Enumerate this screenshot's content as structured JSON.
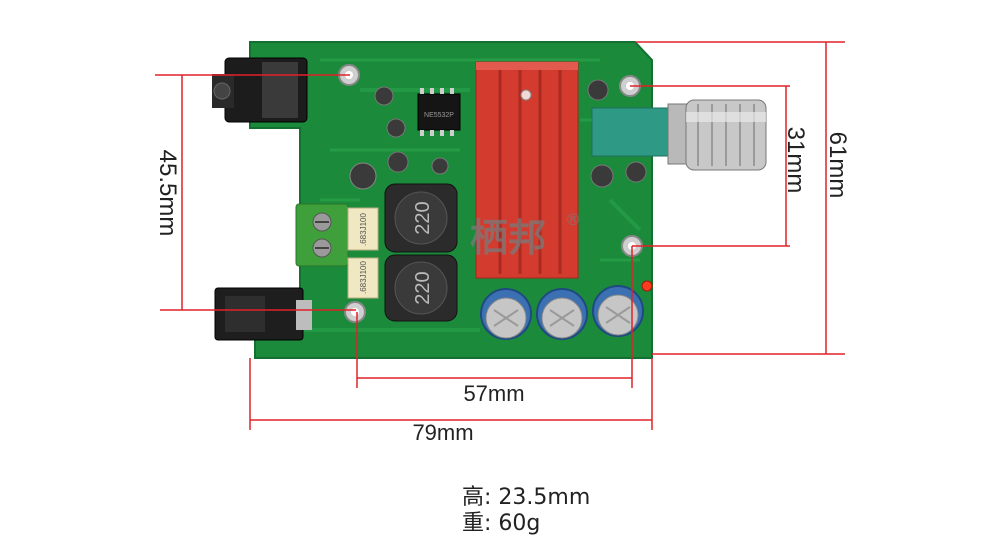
{
  "dimensions": {
    "mounting_hole_spacing_vertical": "45.5mm",
    "mounting_hole_spacing_right": "31mm",
    "board_height": "61mm",
    "mounting_hole_spacing_horizontal": "57mm",
    "board_width": "79mm"
  },
  "specs": [
    {
      "label": "高:",
      "value": "23.5mm"
    },
    {
      "label": "重:",
      "value": "60g"
    }
  ],
  "silkscreen": {
    "brand_watermark": "栖邦",
    "inductor_top": "220",
    "inductor_bottom": "220",
    "capacitor_box_top": ".683J100",
    "capacitor_box_bottom": ".683J100",
    "ic_marking": "NE5532P"
  },
  "colors": {
    "pcb_green": "#1a8a3a",
    "heatsink_red": "#d63a2e",
    "dimension_line_red": "#e0222a",
    "capacitor_blue": "#3a6fb0"
  }
}
